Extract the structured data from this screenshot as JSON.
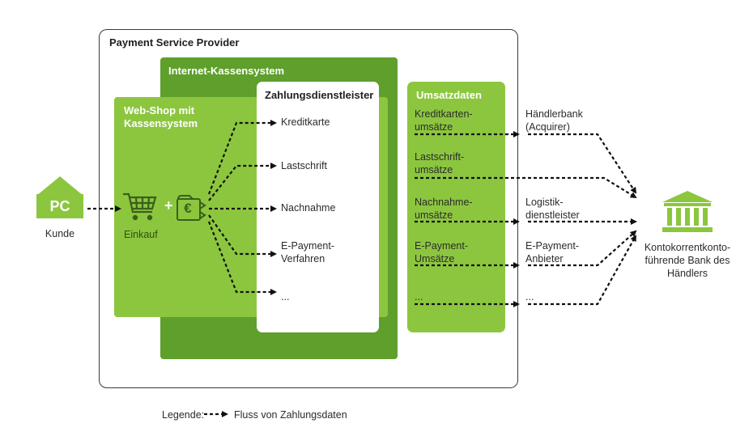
{
  "psp_title": "Payment Service Provider",
  "kassensystem_title": "Internet-Kassensystem",
  "webshop_title_line1": "Web-Shop mit",
  "webshop_title_line2": "Kassensystem",
  "zahlung_title": "Zahlungsdienstleister",
  "zahlung_items": [
    "Kreditkarte",
    "Lastschrift",
    "Nachnahme",
    "E-Payment-",
    "Verfahren",
    "..."
  ],
  "umsatz_title": "Umsatzdaten",
  "umsatz_items": [
    [
      "Kreditkarten-",
      "umsätze"
    ],
    [
      "Lastschrift-",
      "umsätze"
    ],
    [
      "Nachnahme-",
      "umsätze"
    ],
    [
      "E-Payment-",
      "Umsätze"
    ],
    [
      "..."
    ]
  ],
  "right_labels": [
    [
      "Händlerbank",
      "(Acquirer)"
    ],
    [
      "Logistik-",
      "dienstleister"
    ],
    [
      "E-Payment-",
      "Anbieter"
    ],
    [
      "..."
    ]
  ],
  "pc_label": "PC",
  "kunde_label": "Kunde",
  "einkauf_label": "Einkauf",
  "plus_sign": "+",
  "euro_sign": "€",
  "bank_label": [
    "Kontokorrentkonto-",
    "führende Bank des",
    "Händlers"
  ],
  "legend_prefix": "Legende:",
  "legend_text": "Fluss von Zahlungsdaten",
  "colors": {
    "dark_green": "#5f9f2c",
    "light_green": "#8cc63f",
    "arrow": "#111111"
  }
}
